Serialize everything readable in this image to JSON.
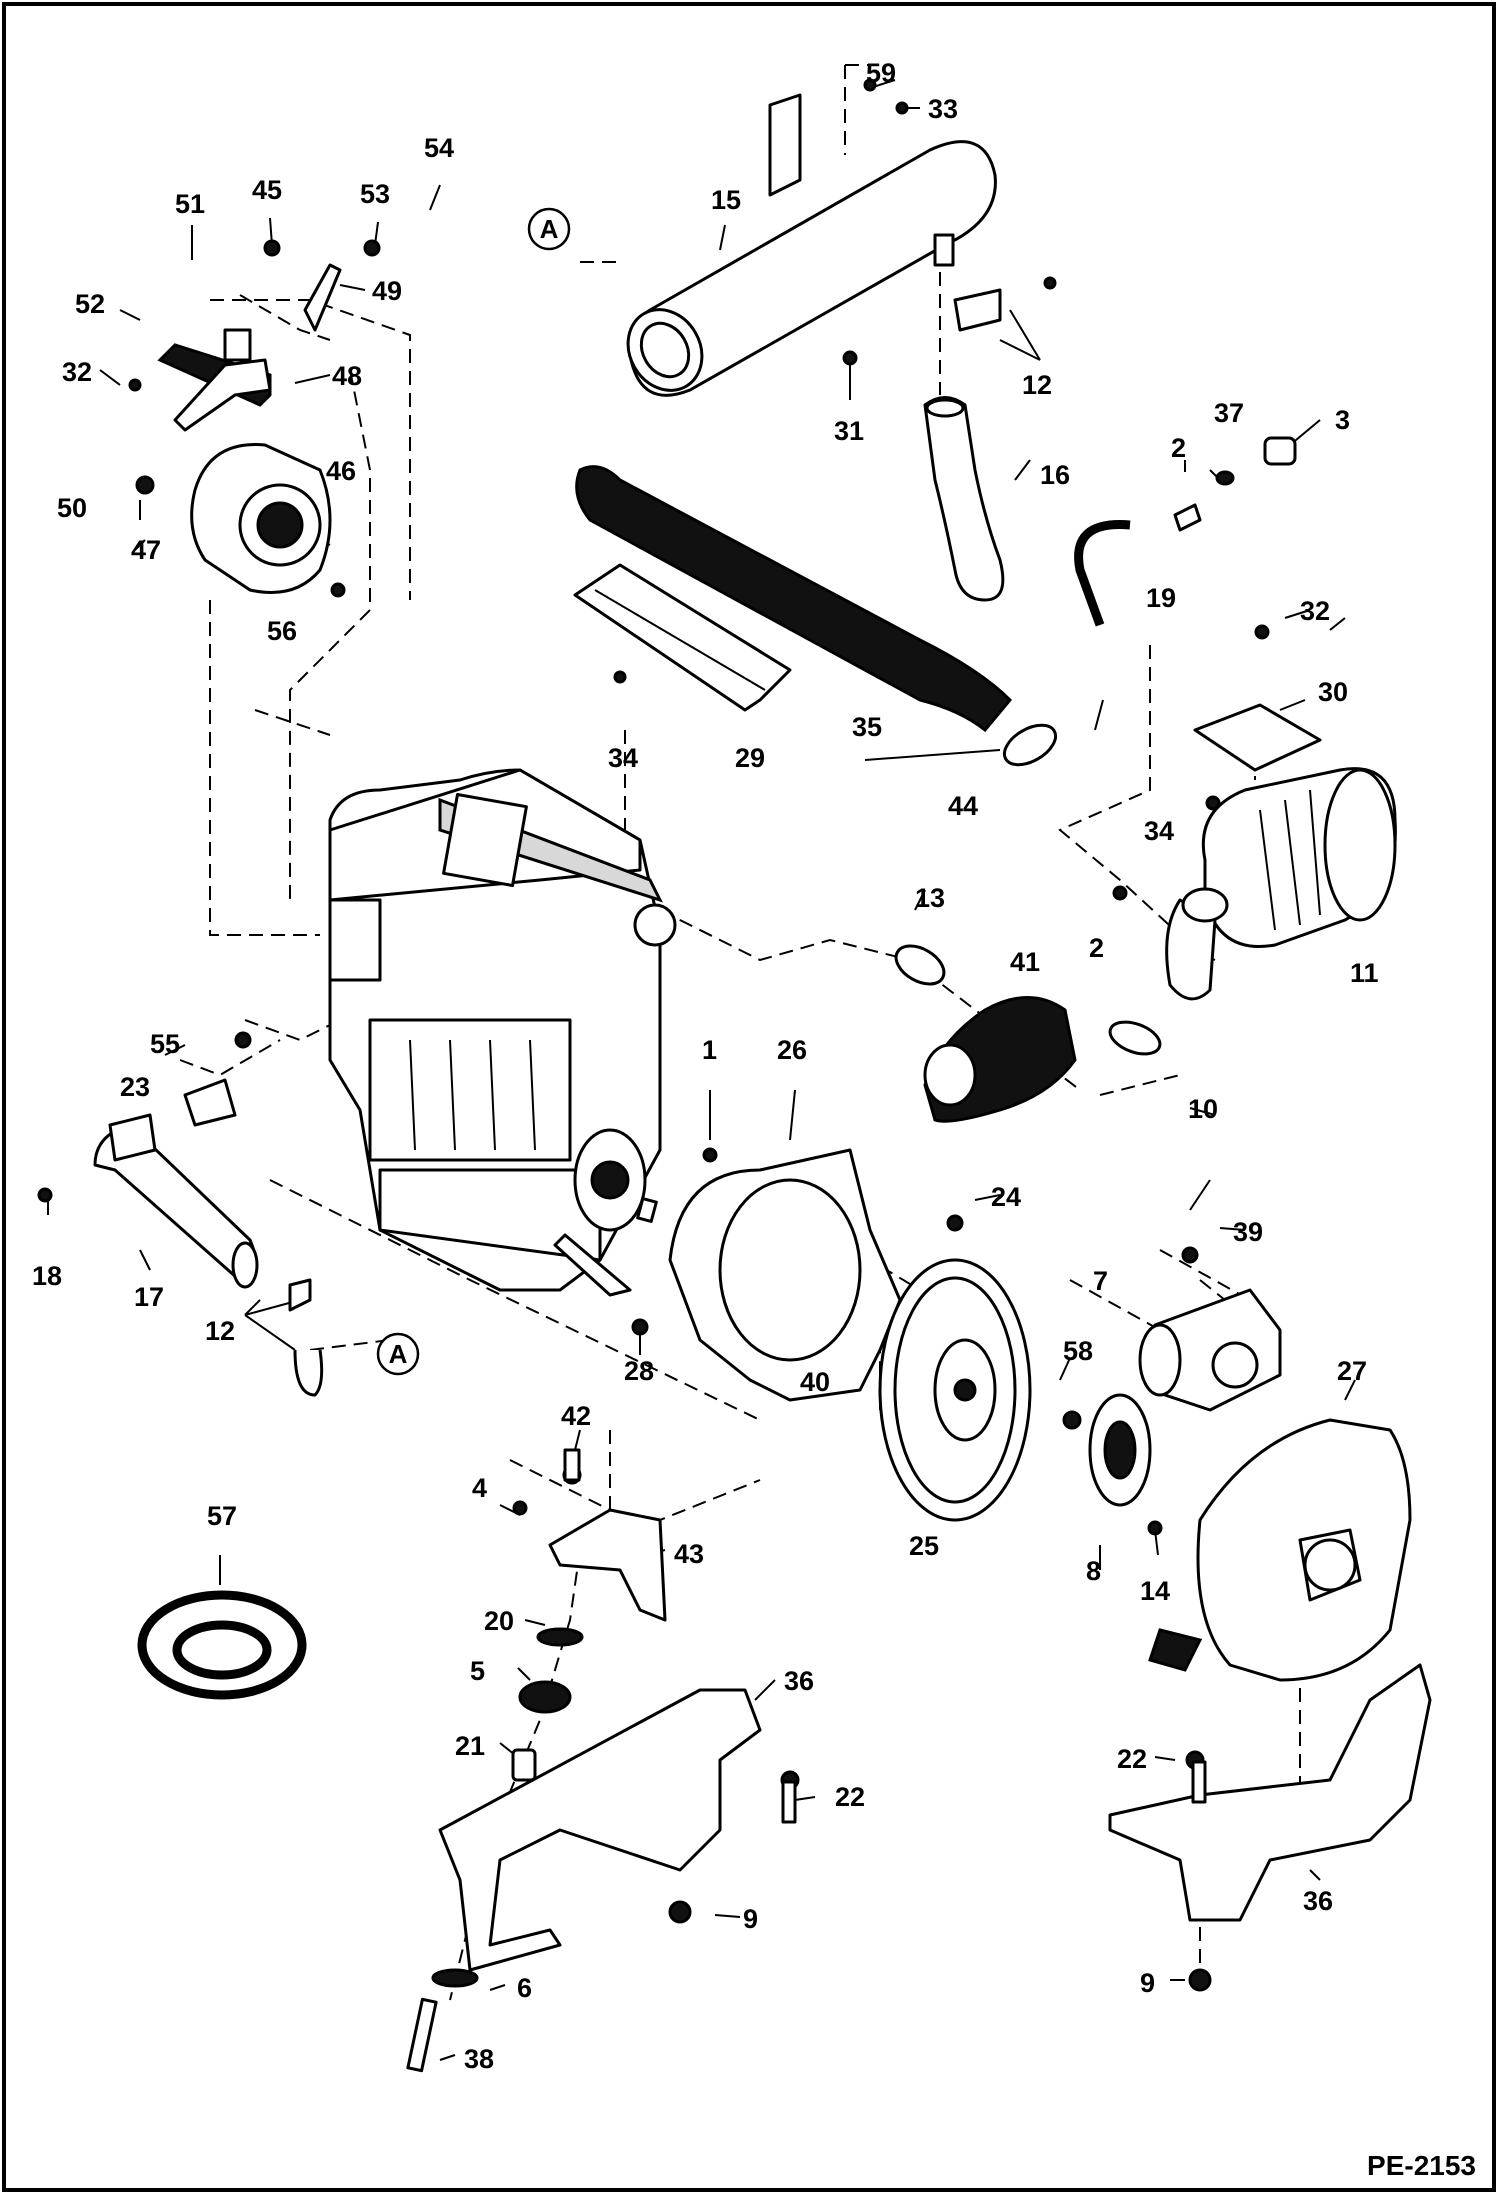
{
  "figure_code": "PE-2153",
  "reference_markers": [
    "A",
    "A"
  ],
  "callouts": [
    "59",
    "33",
    "15",
    "51",
    "45",
    "53",
    "54",
    "49",
    "52",
    "31",
    "12",
    "48",
    "32",
    "37",
    "3",
    "2",
    "16",
    "50",
    "47",
    "46",
    "19",
    "56",
    "32",
    "30",
    "34",
    "29",
    "35",
    "44",
    "34",
    "13",
    "2",
    "41",
    "11",
    "55",
    "1",
    "26",
    "23",
    "10",
    "24",
    "18",
    "17",
    "12",
    "39",
    "28",
    "40",
    "7",
    "58",
    "27",
    "42",
    "4",
    "43",
    "25",
    "57",
    "8",
    "14",
    "20",
    "5",
    "36",
    "21",
    "22",
    "22",
    "9",
    "36",
    "6",
    "9",
    "38"
  ],
  "parts": [
    "muffler",
    "alternator",
    "engine-block",
    "engine-plate",
    "flywheel",
    "starter",
    "bell-housing",
    "air-cleaner",
    "air-intake-hose",
    "radiator-hose",
    "exhaust-pipe",
    "mount-bracket-left",
    "mount-bracket-right",
    "isolator-bracket",
    "cable-coil"
  ]
}
